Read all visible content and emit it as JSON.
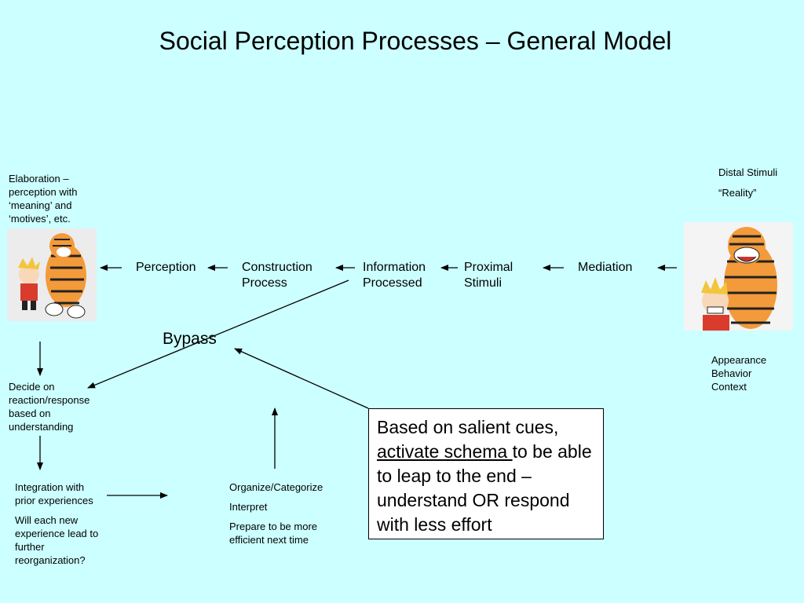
{
  "title": "Social Perception Processes – General Model",
  "elaboration": "Elaboration – perception with ‘meaning’ and ‘motives’, etc.",
  "distal": {
    "line1": "Distal Stimuli",
    "line2": "“Reality”"
  },
  "flow": {
    "perception": "Perception",
    "construction": [
      "Construction",
      "Process"
    ],
    "information": [
      "Information",
      "Processed"
    ],
    "proximal": [
      "Proximal",
      "Stimuli"
    ],
    "mediation": "Mediation"
  },
  "bypass": "Bypass",
  "appearance": [
    "Appearance",
    "Behavior",
    "Context"
  ],
  "decide": "Decide on reaction/response based on understanding",
  "integration": {
    "p1": "Integration with prior experiences",
    "p2": "Will each new experience lead to further reorganization?"
  },
  "organize": {
    "p1": "Organize/Categorize",
    "p2": "Interpret",
    "p3": "Prepare to be more efficient next time"
  },
  "callout": {
    "before": "Based on salient cues, ",
    "link": "activate schema ",
    "after": "to be able to leap to the end – understand OR respond with less effort"
  },
  "images": {
    "left": "tiger-and-boy-cartoon",
    "right": "tiger-and-boy-laughing-cartoon"
  }
}
